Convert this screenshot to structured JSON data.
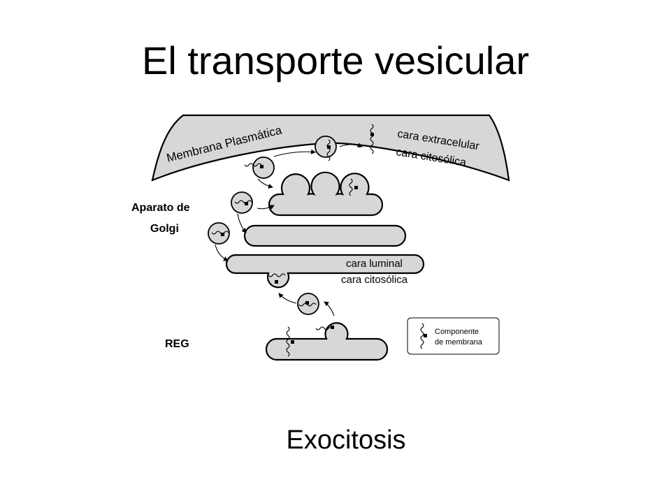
{
  "title": "El transporte vesicular",
  "caption": "Exocitosis",
  "labels": {
    "membrana_plasmatica": "Membrana Plasmática",
    "cara_extracelular": "cara extracelular",
    "cara_citosolica_top": "cara citosólica",
    "aparato_de": "Aparato de",
    "golgi": "Golgi",
    "cara_luminal": "cara luminal",
    "cara_citosolica_mid": "cara citosólica",
    "reg": "REG"
  },
  "legend": {
    "line1": "Componente",
    "line2": "de membrana"
  },
  "colors": {
    "organelle_fill": "#d7d7d7",
    "stroke": "#000000",
    "background": "#ffffff"
  }
}
